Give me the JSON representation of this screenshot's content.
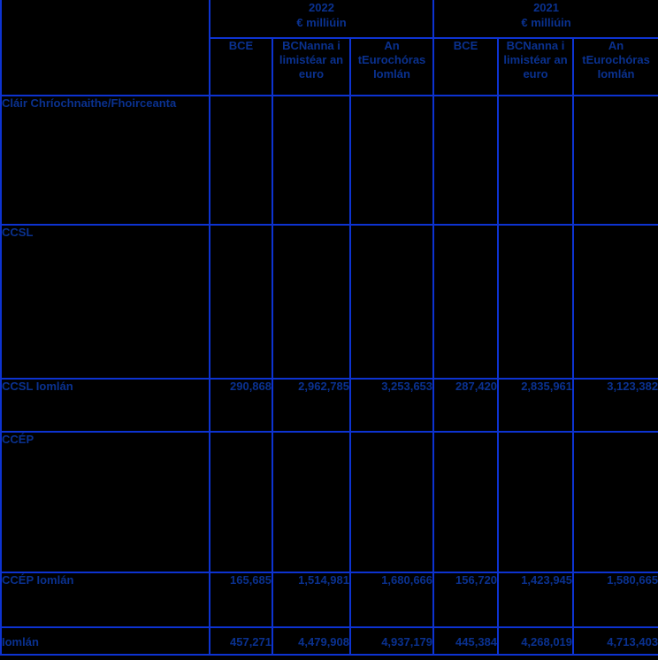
{
  "table": {
    "title_semantic": "Eurosystem totals table (Irish language)",
    "colors": {
      "background": "#000000",
      "border_blue": "#0d33d1",
      "text_navy": "#0a318f",
      "year_header_blue": "#1540d0"
    },
    "year_groups": [
      {
        "year": "2022",
        "unit": "€ milliúin"
      },
      {
        "year": "2021",
        "unit": "€ milliúin"
      }
    ],
    "sub_headers": [
      "BCE",
      "BCNanna i\nlimistéar an\neuro",
      "An\ntEurochóras\nIomlán"
    ],
    "rows": [
      {
        "type": "section",
        "label": "Cláir Chríochnaithe/Fhoirceanta",
        "values": [
          "",
          "",
          "",
          "",
          "",
          ""
        ]
      },
      {
        "type": "section",
        "label": "CCSL",
        "values": [
          "",
          "",
          "",
          "",
          "",
          ""
        ]
      },
      {
        "type": "total",
        "label": "CCSL Iomlán",
        "values": [
          "290,868",
          "2,962,785",
          "3,253,653",
          "287,420",
          "2,835,961",
          "3,123,382"
        ]
      },
      {
        "type": "section",
        "label": "CCÉP",
        "values": [
          "",
          "",
          "",
          "",
          "",
          ""
        ]
      },
      {
        "type": "total",
        "label": "CCÉP Iomlán",
        "values": [
          "165,685",
          "1,514,981",
          "1,680,666",
          "156,720",
          "1,423,945",
          "1,580,665"
        ]
      },
      {
        "type": "grand_total",
        "label": "Iomlán",
        "values": [
          "457,271",
          "4,479,908",
          "4,937,179",
          "445,384",
          "4,268,019",
          "4,713,403"
        ]
      }
    ]
  }
}
